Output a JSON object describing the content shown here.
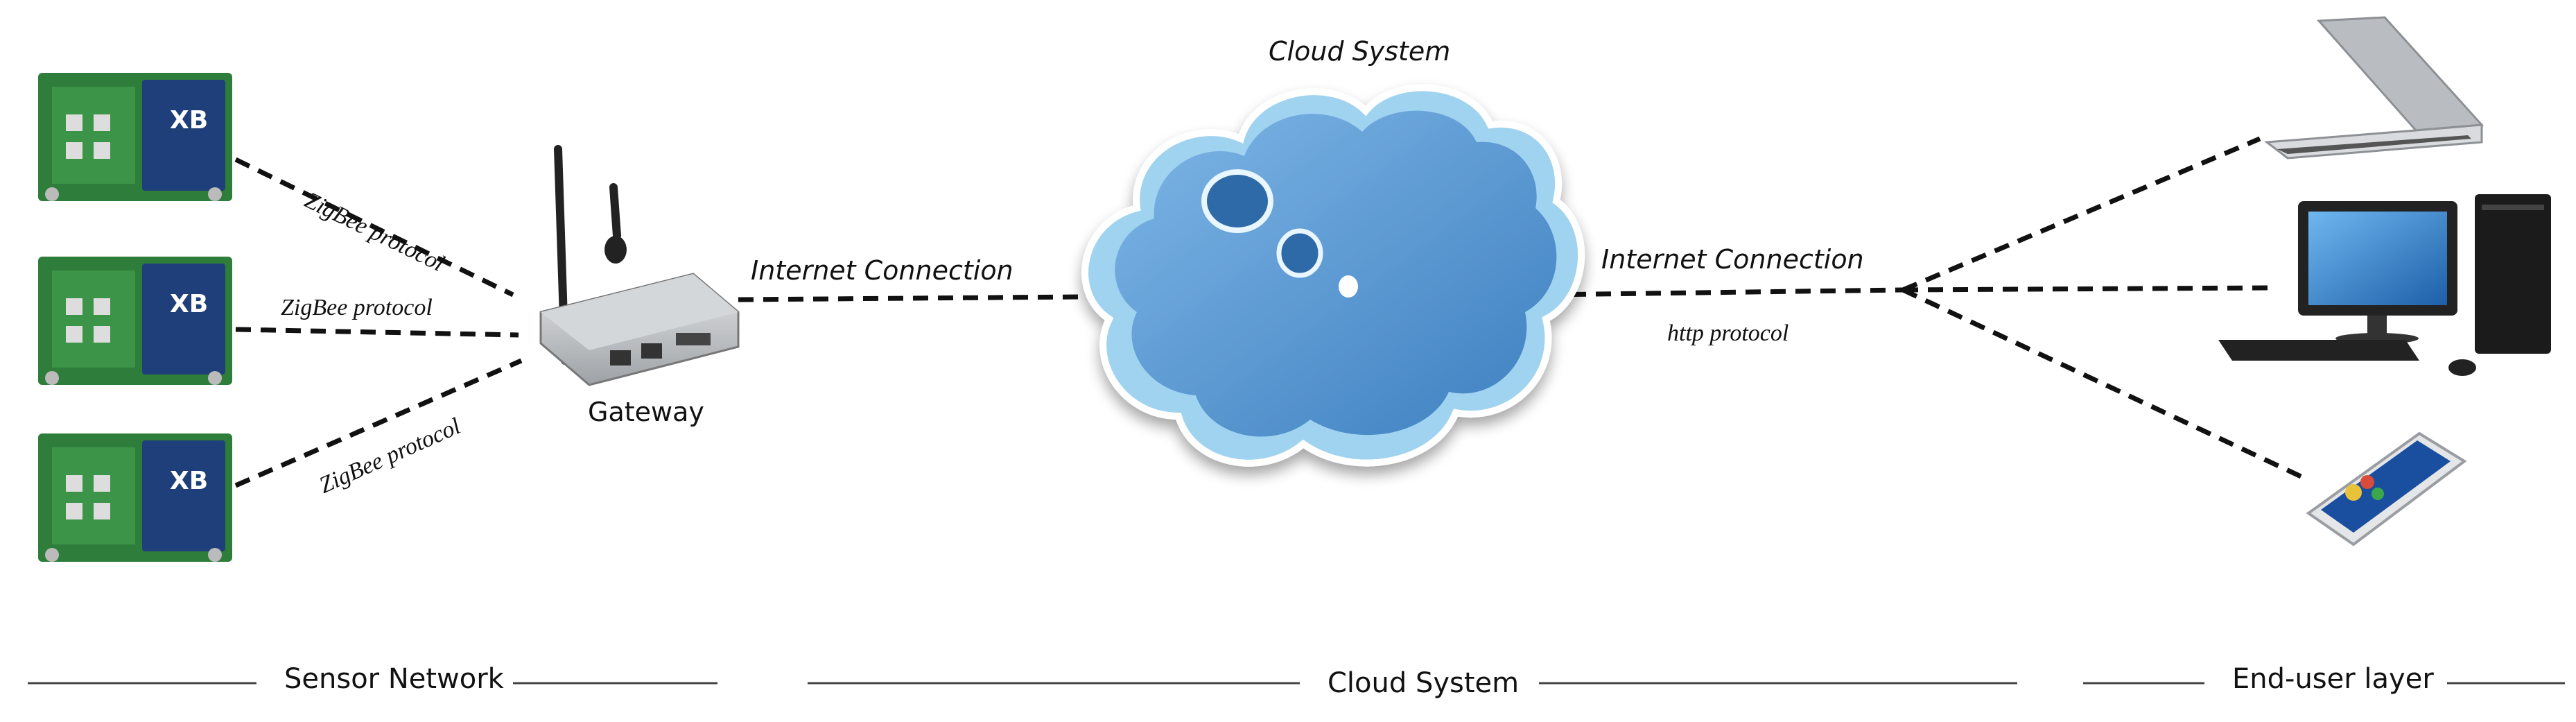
{
  "title": "Cloud System",
  "nodes": {
    "gateway_label": "Gateway"
  },
  "connections": {
    "zigbee_top": "ZigBee protocol",
    "zigbee_mid": "ZigBee protocol",
    "zigbee_bot": "ZigBee protocol",
    "internet_left": "Internet Connection",
    "internet_right": "Internet Connection",
    "http": "http protocol"
  },
  "sections": {
    "sensor": "Sensor Network",
    "cloud": "Cloud System",
    "enduser": "End-user layer"
  },
  "colors": {
    "cloud_fill": "#5b9bd5",
    "cloud_edge": "#9fd3f0",
    "board_green": "#2f7d3a",
    "xbee_blue": "#1f3f7a",
    "router_silver": "#c9ccd0",
    "laptop_silver": "#b9bcc0",
    "screen_blue": "#2a78c8"
  },
  "icons": [
    "sensor-board-icon",
    "router-icon",
    "cloud-icon",
    "laptop-icon",
    "desktop-computer-icon",
    "smartphone-icon"
  ]
}
